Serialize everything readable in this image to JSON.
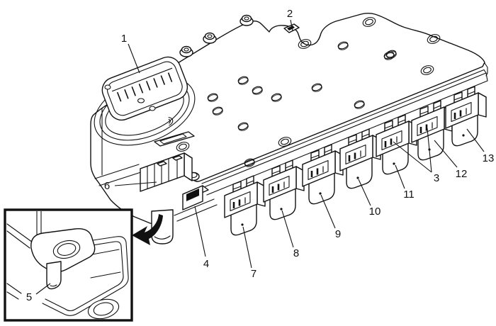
{
  "figure": {
    "background_color": "#ffffff",
    "line_color": "#111111",
    "description": "Black-and-white exploded line diagram of a transmission valve body cover plate with bolts, electrical connector, seven solenoids along the front edge, retaining clips, and an inset detail view of a locator pin with gasket; numbered callouts 1-13"
  },
  "callouts": [
    {
      "label": "1"
    },
    {
      "label": "2"
    },
    {
      "label": "3"
    },
    {
      "label": "4"
    },
    {
      "label": "5"
    },
    {
      "label": "6"
    },
    {
      "label": "7"
    },
    {
      "label": "8"
    },
    {
      "label": "9"
    },
    {
      "label": "10"
    },
    {
      "label": "11"
    },
    {
      "label": "12"
    },
    {
      "label": "13"
    }
  ]
}
